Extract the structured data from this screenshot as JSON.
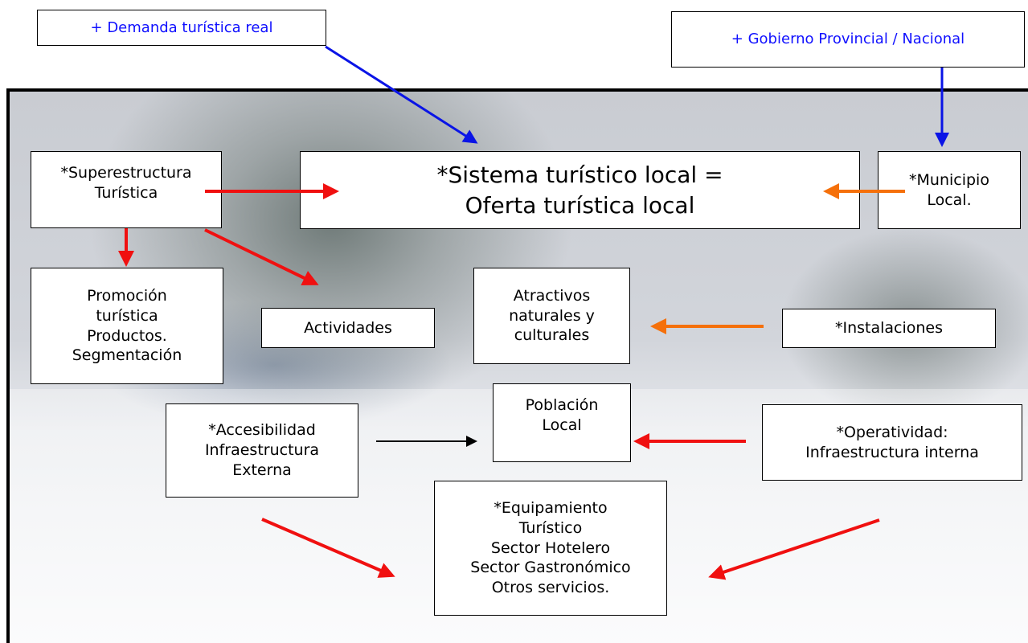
{
  "boxes": {
    "demanda": "+ Demanda turística real",
    "gobierno": "+ Gobierno Provincial / Nacional",
    "superestructura": "*Superestructura\nTurística",
    "sistema": "*Sistema turístico local =\nOferta turística local",
    "municipio": "*Municipio\nLocal.",
    "promocion": "Promoción\nturística\nProductos.\nSegmentación",
    "actividades": "Actividades",
    "atractivos": "Atractivos\nnaturales y\nculturales",
    "instalaciones": "*Instalaciones",
    "poblacion": "Población\nLocal",
    "accesibilidad": "*Accesibilidad\nInfraestructura\nExterna",
    "operatividad": "*Operatividad:\nInfraestructura interna",
    "equipamiento": "*Equipamiento\nTurístico\nSector Hotelero\nSector Gastronómico\nOtros servicios."
  },
  "colors": {
    "blue_arrow": "#0a14e6",
    "red_arrow": "#f01010",
    "orange_arrow": "#f5700a",
    "black_arrow": "#000000",
    "blue_text": "#1010ff"
  }
}
